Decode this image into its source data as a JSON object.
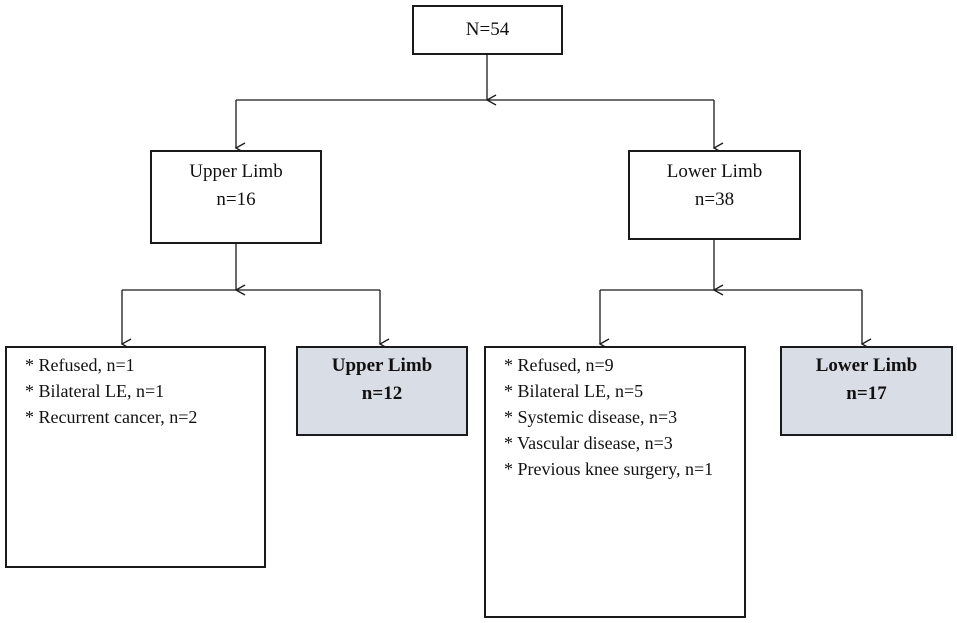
{
  "root": {
    "label": "N=54"
  },
  "upper": {
    "group": {
      "title": "Upper Limb",
      "count": "n=16"
    },
    "excluded": [
      "* Refused, n=1",
      "* Bilateral LE, n=1",
      "* Recurrent cancer, n=2"
    ],
    "final": {
      "title": "Upper Limb",
      "count": "n=12"
    }
  },
  "lower": {
    "group": {
      "title": "Lower Limb",
      "count": "n=38"
    },
    "excluded": [
      "* Refused, n=9",
      "* Bilateral LE, n=5",
      "* Systemic disease, n=3",
      "* Vascular disease, n=3",
      "* Previous knee surgery, n=1"
    ],
    "final": {
      "title": "Lower Limb",
      "count": "n=17"
    }
  },
  "colors": {
    "line": "#1a1a1a",
    "final_fill": "#d9dde6"
  }
}
